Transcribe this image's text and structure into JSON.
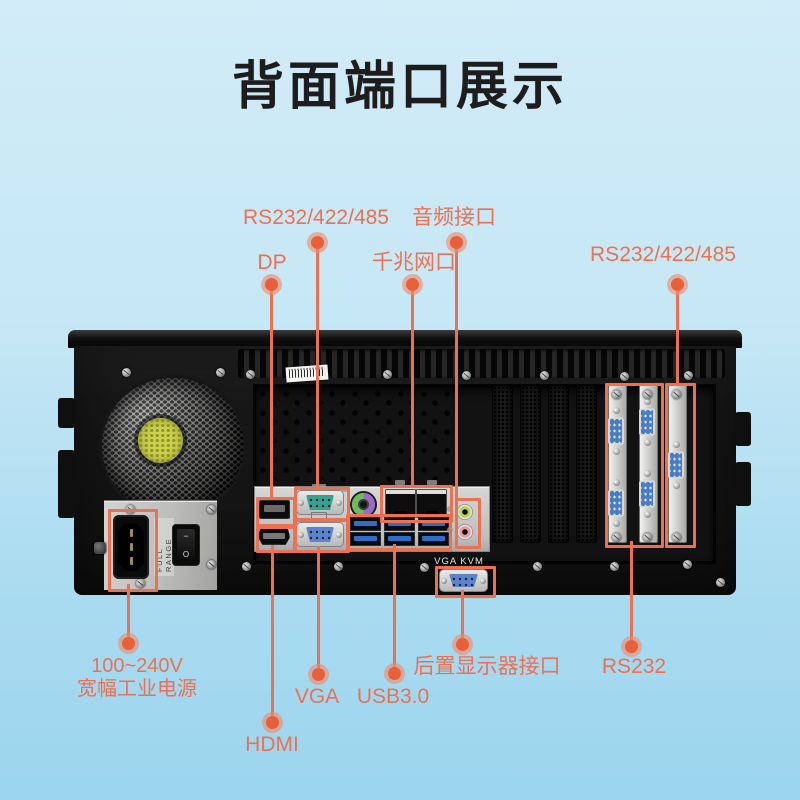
{
  "title": "背面端口展示",
  "colors": {
    "accent": "#EC7152",
    "background_top": "#D2ECF8",
    "background_bottom": "#9BD5EE",
    "chassis_black": "#181818",
    "io_shield_silver": "#C6C6C4",
    "serial_teal": "#3AA08E",
    "vga_blue": "#5C84CA",
    "usb_blue": "#2E6FC4",
    "fan_hub_yellow": "#CCD24B"
  },
  "labels": {
    "rs485_left": "RS232/422/485",
    "audio": "音频接口",
    "dp": "DP",
    "lan": "千兆网口",
    "rs485_right": "RS232/422/485",
    "power_line1": "100~240V",
    "power_line2": "宽幅工业电源",
    "hdmi": "HDMI",
    "vga": "VGA",
    "usb": "USB3.0",
    "rear_display": "后置显示器接口",
    "rs232": "RS232"
  },
  "chassis_text": {
    "psu_label": "FULL RANGE",
    "kvm_label": "VGA KVM",
    "switch_on": "−",
    "switch_off": "O"
  }
}
